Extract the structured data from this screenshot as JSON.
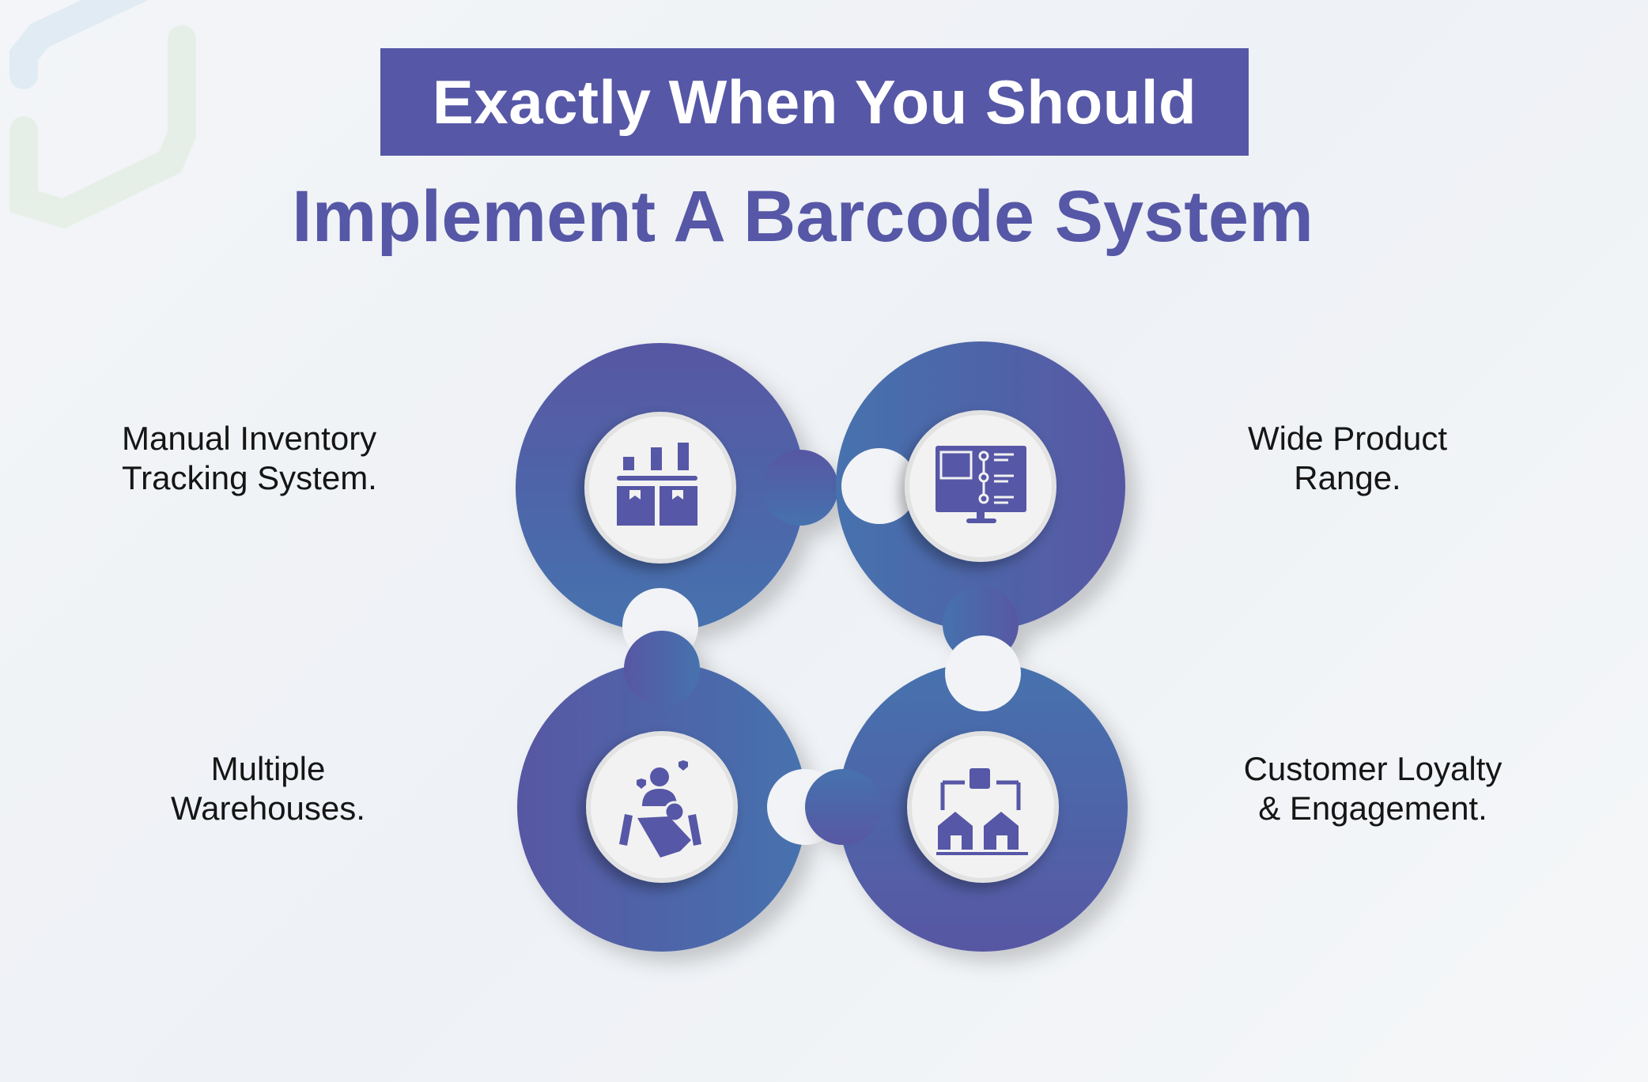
{
  "header": {
    "title_line1": "Exactly When You Should",
    "title_line2": "Implement A Barcode System"
  },
  "items": [
    {
      "line1": "Manual Inventory",
      "line2": "Tracking System.",
      "icon": "warehouse-shelf-icon"
    },
    {
      "line1": "Wide Product",
      "line2": "Range.",
      "icon": "monitor-product-list-icon"
    },
    {
      "line1": "Multiple",
      "line2": "Warehouses.",
      "icon": "customer-loyalty-icon"
    },
    {
      "line1": "Customer Loyalty",
      "line2": "& Engagement.",
      "icon": "multiple-warehouses-icon"
    }
  ],
  "colors": {
    "accent": "#5657a6",
    "blue": "#4671ad",
    "background": "#f3f5f8"
  }
}
